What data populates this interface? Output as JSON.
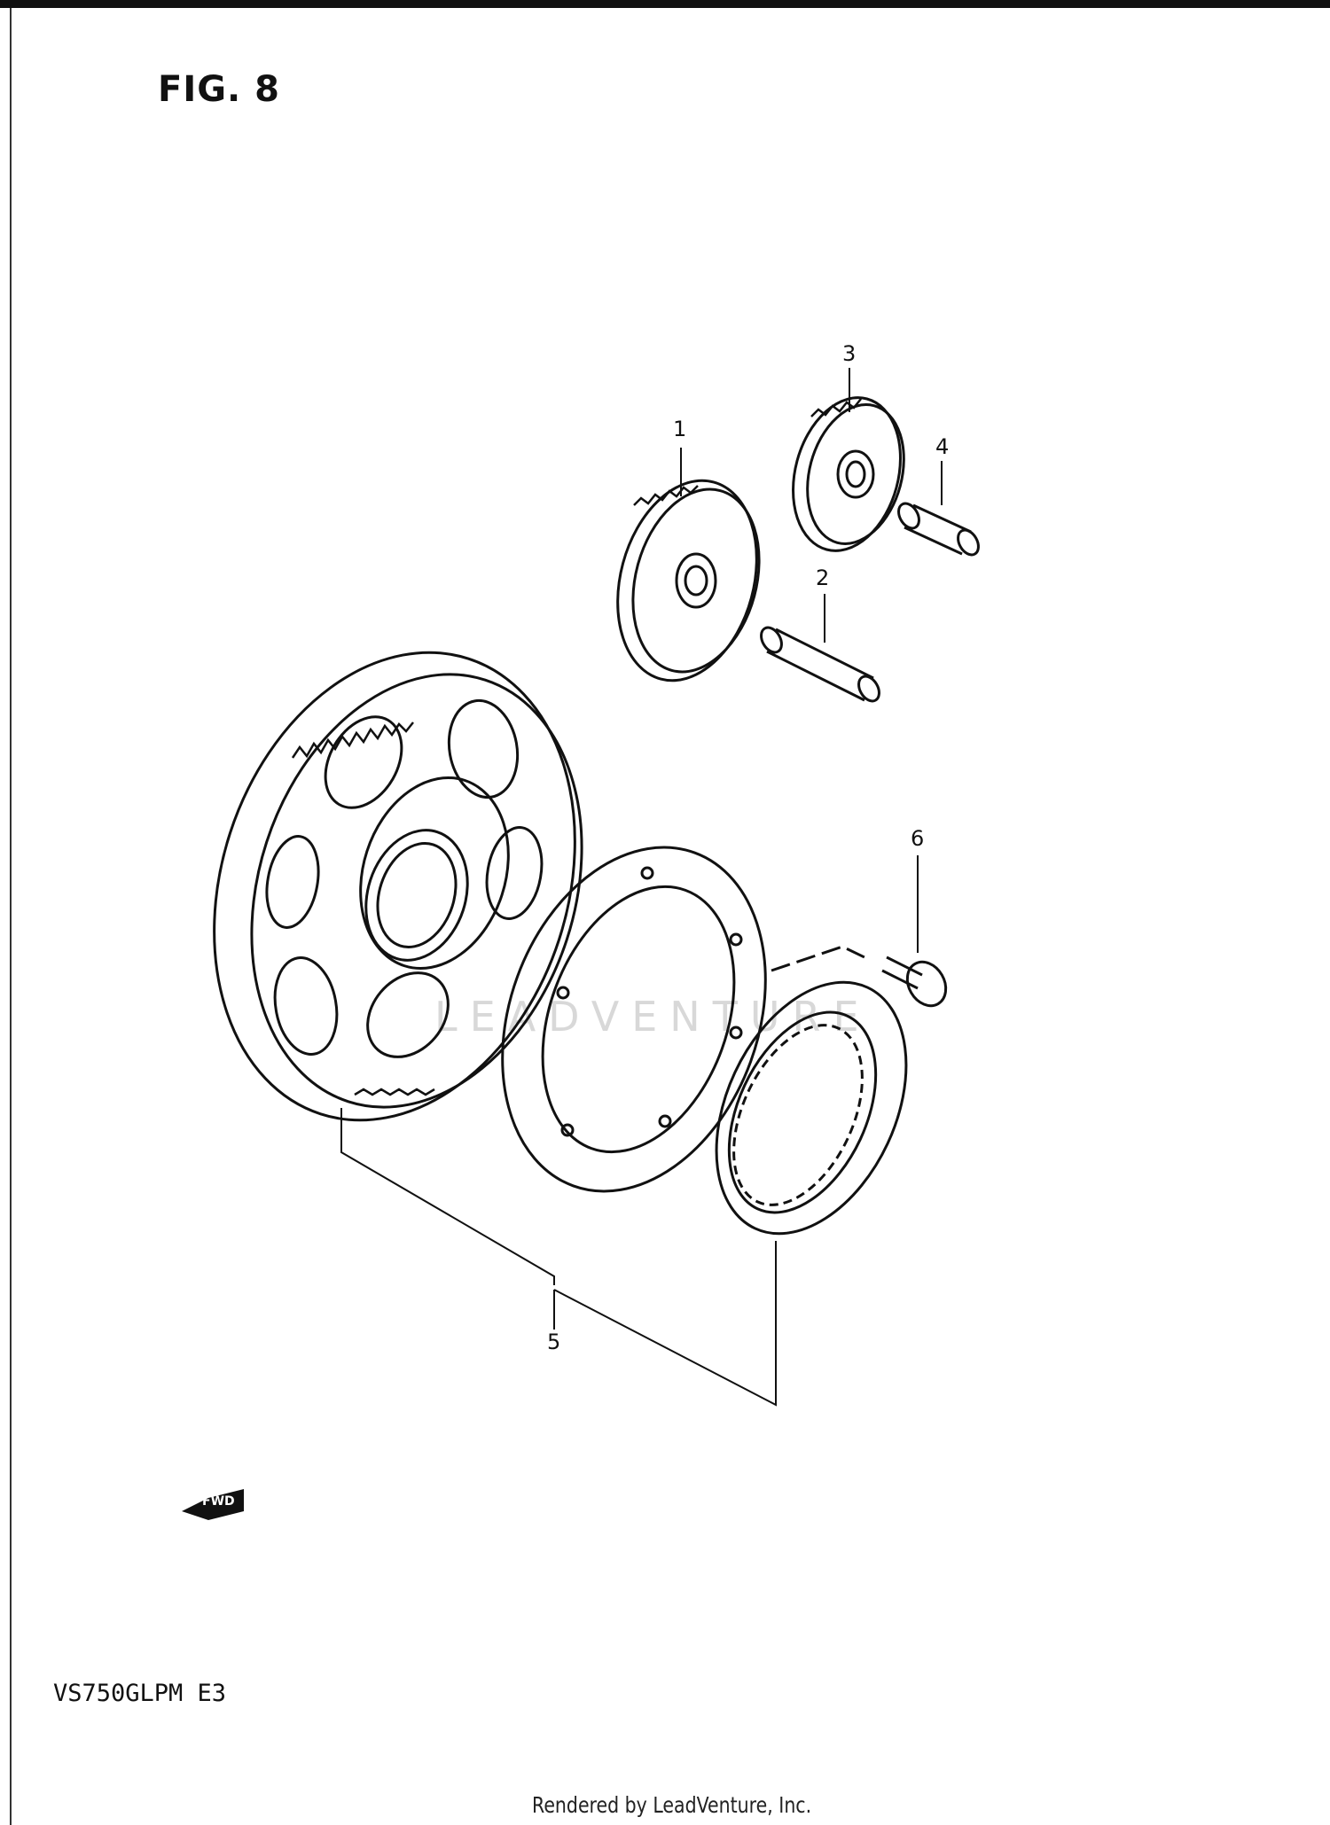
{
  "figure": {
    "title": "FIG. 8"
  },
  "model": {
    "code": "VS750GLPM E3"
  },
  "footer": {
    "credit": "Rendered by LeadVenture, Inc."
  },
  "watermark": {
    "text": "LEADVENTURE"
  },
  "callouts": {
    "part1": "1",
    "part2": "2",
    "part3": "3",
    "part4": "4",
    "part5": "5",
    "part6": "6"
  },
  "direction_badge": {
    "label": "FWD"
  }
}
